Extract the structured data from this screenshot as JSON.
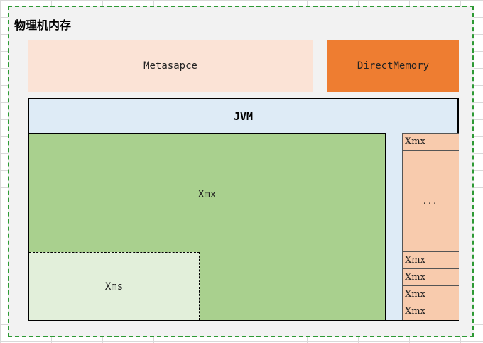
{
  "frame": {
    "title": "物理机内存"
  },
  "boxes": {
    "metaspace": "Metasapce",
    "direct_memory": "DirectMemory"
  },
  "jvm": {
    "title": "JVM",
    "heap_label": "Xmx",
    "xms_label": "Xms",
    "stack_cells": [
      "Xmx",
      "...",
      "Xmx",
      "Xmx",
      "Xmx",
      "Xmx"
    ]
  },
  "colors": {
    "frame_border": "#2e9a35",
    "metaspace": "#fbe3d6",
    "direct_memory": "#ee7d31",
    "jvm_bg": "#deebf6",
    "heap": "#a9d08e",
    "xms": "#e2efda",
    "stack_cell": "#f8cbad"
  }
}
